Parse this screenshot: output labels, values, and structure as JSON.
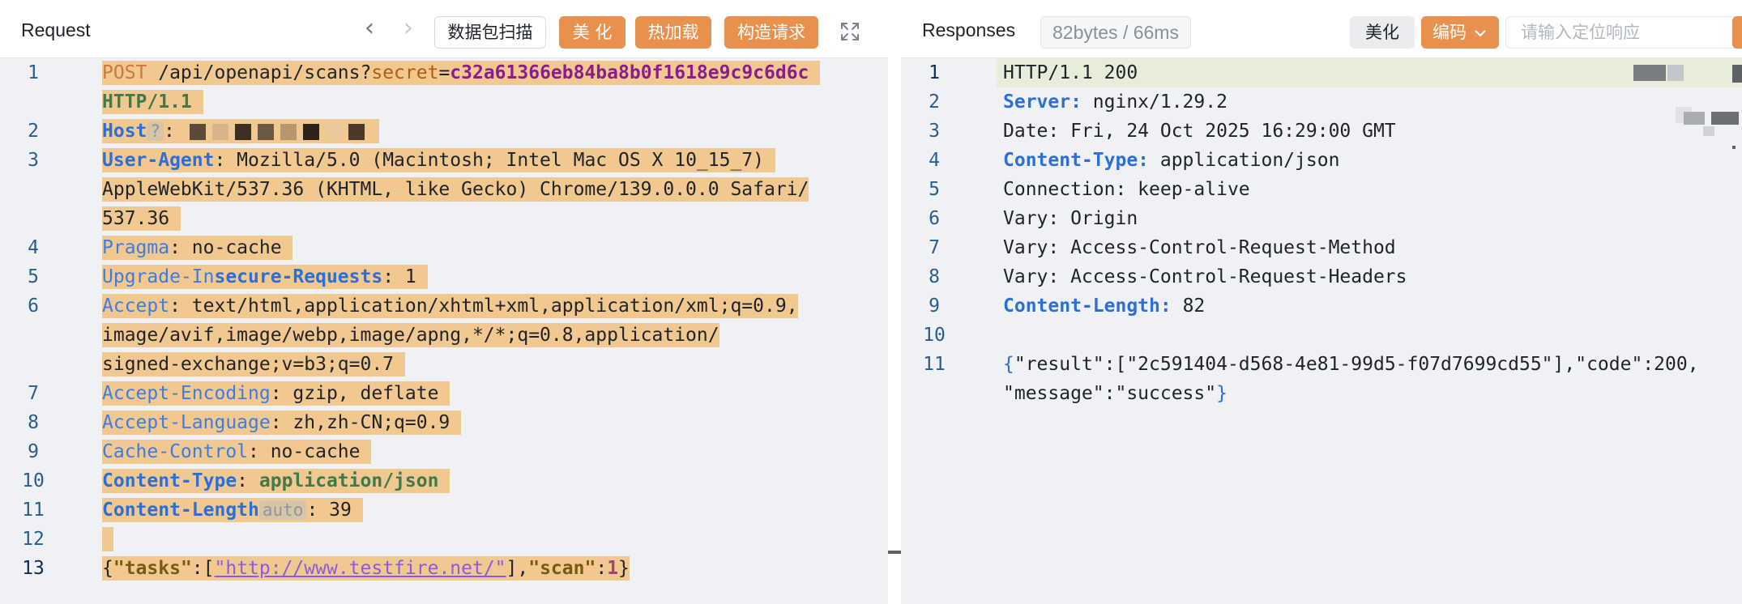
{
  "request": {
    "title": "Request",
    "nav_prev": "‹",
    "nav_next": "›",
    "buttons": {
      "scan": "数据包扫描",
      "beautify": "美 化",
      "hot_load": "热加载",
      "build": "构造请求"
    },
    "expand_icon": "expand-icon",
    "lines": {
      "l1": {
        "method": "POST",
        "path": " /api/openapi/scans?",
        "param": "secret",
        "eq": "=",
        "secret": "c32a61366eb84ba8b0f1618e9c9c6d6c",
        "proto": "HTTP/1.1"
      },
      "l2": {
        "key": "Host",
        "help": "?",
        "colon": ":"
      },
      "l3": {
        "key": "User-Agent",
        "value1": ": Mozilla/5.0 (Macintosh; Intel Mac OS X 10_15_7) ",
        "value2": "AppleWebKit/537.36 (KHTML, like Gecko) Chrome/139.0.0.0 Safari/",
        "value3": "537.36"
      },
      "l4": {
        "key": "Pragma",
        "value": ": no-cache"
      },
      "l5": {
        "key1": "Upgrade-In",
        "key2": "secure-Requests",
        "value": ": 1"
      },
      "l6": {
        "key": "Accept",
        "value1": ": text/html,application/xhtml+xml,application/xml;q=0.9,",
        "value2": "image/avif,image/webp,image/apng,*/*;q=0.8,application/",
        "value3": "signed-exchange;v=b3;q=0.7"
      },
      "l7": {
        "key": "Accept-Encoding",
        "value": ": gzip, deflate"
      },
      "l8": {
        "key": "Accept-Language",
        "value": ": zh,zh-CN;q=0.9"
      },
      "l9": {
        "key": "Cache-Control",
        "value": ": no-cache"
      },
      "l10": {
        "key": "Content-Type",
        "colon": ": ",
        "value": "application/json"
      },
      "l11": {
        "key": "Content-Length",
        "auto": "auto",
        "value": ": 39"
      },
      "l13": {
        "open": "{",
        "k1": "\"tasks\"",
        "c1": ":[",
        "url": "\"http://www.testfire.net/\"",
        "c2": "],",
        "k2": "\"scan\"",
        "c3": ":",
        "num": "1",
        "close": "}"
      }
    },
    "line_numbers": [
      "1",
      "2",
      "3",
      "4",
      "5",
      "6",
      "7",
      "8",
      "9",
      "10",
      "11",
      "12",
      "13"
    ]
  },
  "response": {
    "title": "Responses",
    "meta": "82bytes / 66ms",
    "buttons": {
      "beautify": "美化",
      "encoding": "编码"
    },
    "search_placeholder": "请输入定位响应",
    "line_numbers": [
      "1",
      "2",
      "3",
      "4",
      "5",
      "6",
      "7",
      "8",
      "9",
      "10",
      "11"
    ],
    "lines": {
      "l1": "HTTP/1.1 200",
      "l2": {
        "key": "Server:",
        "value": " nginx/1.29.2"
      },
      "l3": "Date: Fri, 24 Oct 2025 16:29:00 GMT",
      "l4": {
        "key": "Content-Type:",
        "value": " application/json"
      },
      "l5": "Connection: keep-alive",
      "l6": "Vary: Origin",
      "l7": "Vary: Access-Control-Request-Method",
      "l8": "Vary: Access-Control-Request-Headers",
      "l9": {
        "key": "Content-Length:",
        "value": " 82"
      },
      "l11a": {
        "open": "{",
        "text": "\"result\":[\"2c591404-d568-4e81-99d5-f07d7699cd55\"],\"code\":200,"
      },
      "l11b": {
        "text": "\"message\":\"success\"",
        "close": "}"
      }
    }
  },
  "colors": {
    "accent_orange": "#e8914f",
    "highlight": "#f1c88f",
    "key_blue": "#2c6fd6"
  }
}
